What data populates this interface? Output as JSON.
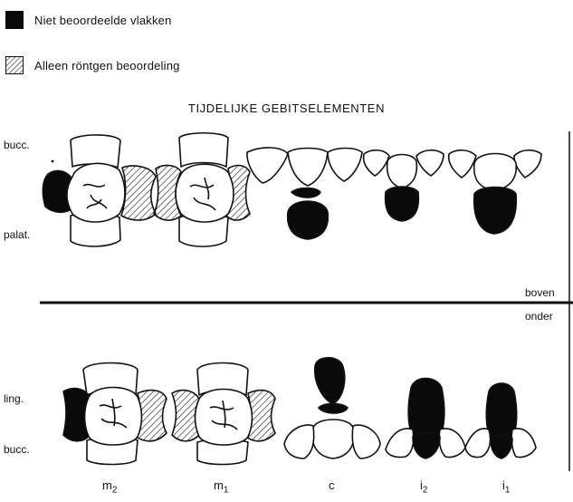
{
  "legend": {
    "not_assessed": "Niet beoordeelde vlakken",
    "xray_only": "Alleen röntgen beoordeling"
  },
  "title": "TIJDELIJKE GEBITSELEMENTEN",
  "side_labels": {
    "upper_outer": "bucc.",
    "upper_inner": "palat.",
    "lower_inner": "ling.",
    "lower_outer": "bucc."
  },
  "jaw_labels": {
    "upper": "boven",
    "lower": "onder"
  },
  "teeth": [
    {
      "letter": "m",
      "sub": "2"
    },
    {
      "letter": "m",
      "sub": "1"
    },
    {
      "letter": "c",
      "sub": ""
    },
    {
      "letter": "i",
      "sub": "2"
    },
    {
      "letter": "i",
      "sub": "1"
    }
  ],
  "colors": {
    "ink": "#111111",
    "fill_black": "#0a0a0a",
    "hatch": "#222222",
    "paper": "#ffffff"
  }
}
